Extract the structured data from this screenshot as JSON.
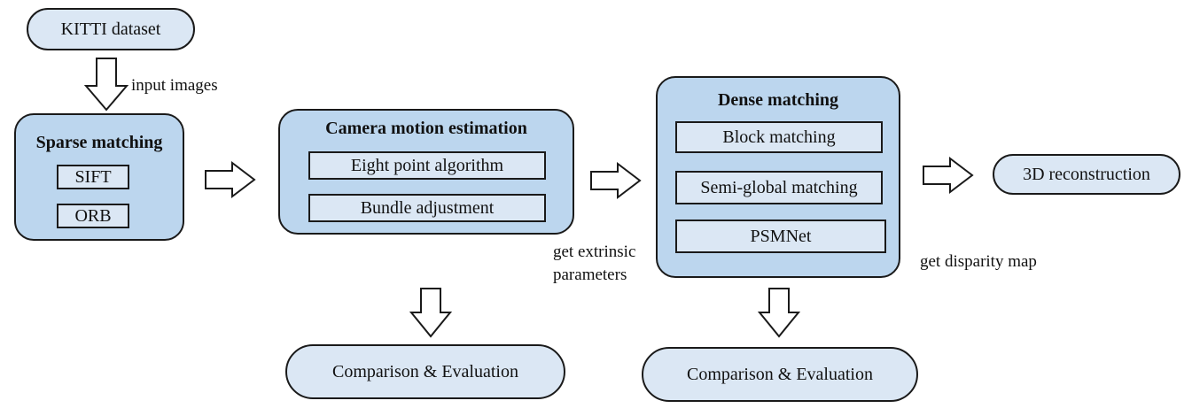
{
  "nodes": {
    "kitti": "KITTI dataset",
    "sparse": {
      "title": "Sparse matching",
      "items": [
        "SIFT",
        "ORB"
      ]
    },
    "camera": {
      "title": "Camera motion estimation",
      "items": [
        "Eight point algorithm",
        "Bundle adjustment"
      ]
    },
    "dense": {
      "title": "Dense matching",
      "items": [
        "Block matching",
        "Semi-global matching",
        "PSMNet"
      ]
    },
    "recon": "3D reconstruction",
    "eval1": "Comparison & Evaluation",
    "eval2": "Comparison & Evaluation"
  },
  "edge_labels": {
    "input_images": "input images",
    "extrinsic_line1": "get extrinsic",
    "extrinsic_line2": "parameters",
    "disparity": "get disparity map"
  },
  "colors": {
    "group_fill": "#bcd6ee",
    "item_fill": "#dbe7f4",
    "stroke": "#1a1a1a"
  }
}
